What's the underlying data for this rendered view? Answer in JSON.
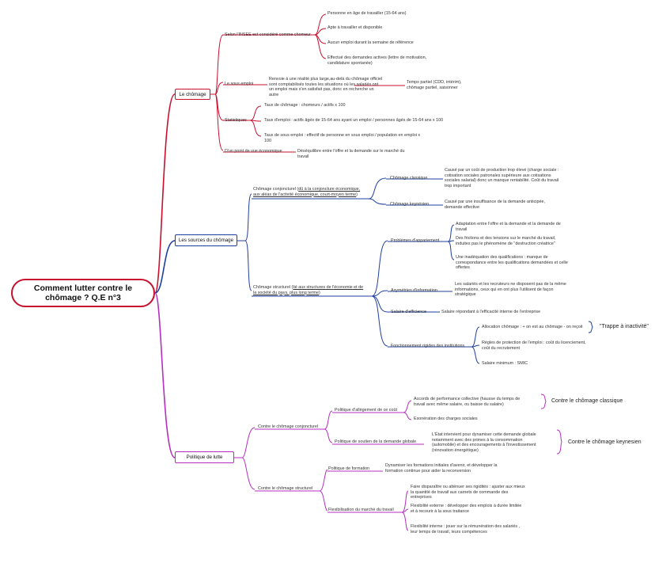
{
  "root": {
    "title": "Comment lutter contre le\nchômage ?  Q.E n°3"
  },
  "colors": {
    "red": "#c8102e",
    "blue": "#1f3f9f",
    "purple": "#b52fbf"
  },
  "branch1": {
    "title": "Le chômage",
    "insee": "Selon l'INSEE est considéré comme chomeur",
    "insee_items": [
      "Personne en âge de travailler (15-64 ans)",
      "Apte à travailler et disponible",
      "Aucun emploi durant la semaine de référence",
      "Effectué des demandes actives (lettre de motivation,\ncandidature spontanée)"
    ],
    "sous_emploi": "Le sous emploi",
    "sous_emploi_desc": "Renvoie à une réalité plus large,au-delà du chômage officiel\nsont comptabilisés toutes les situations où les salariés ont\nun emploi mais s'en satisfait pas, donc en recherche un\nautre",
    "sous_emploi_detail": "Temps partiel (CDD, intérim),\nchômage partiel, saisonner",
    "stats": "Statistiques",
    "stats_items": [
      "Taux de chômage : chomeurs / actifs x 100",
      "Taux d'emploi : actifs âgés de 15-64 ans ayant un  emploi / personnes âgés de 15-64 ans x 100",
      "Taux de sous emploi : effectif de personne en sous emploi / population en emploi x\n100"
    ],
    "eco": "D'un point de vue économique",
    "eco_desc": "Déséquilibre entre l'offre et la demande sur le marché du\ntravail"
  },
  "branch2": {
    "title": "Les sources du chômage",
    "conj_prefix": "Chômage conjoncturel (",
    "conj_link": "dû à la conjoncture économique,\naux aléas de l'activité économique, court-moyen terme",
    "conj_suffix": ")",
    "classique": "Chômage classique",
    "classique_desc": "Causé par un coût de production trop élevé (charge sociale :\ncotisation sociales patronales supérieure aux cotisations\nsociales salarial) donc un manque rentabilité. Coût du travail\ntrop important",
    "keynesien": "Chômage keynésien",
    "keynesien_desc": "Causé par une insuffisance de la demande anticipée,\ndemande effective",
    "struct_prefix": "Chômage structurel (",
    "struct_link": "lié aux structures de l'économie et de\nla société du pays, plus long terme",
    "struct_suffix": ")",
    "appariement": "Problèmes d'appariement",
    "appariement_items": [
      "Adaptation entre l'offre et la demande et la demande de\ntravail",
      "Des frictions et des tensions sur le marché du travail,\ninduites pas le phénomène de \"destruction créatrice\"",
      "Une inadéquation des qualifications : manque de\ncorrespondance entre les qualifications demandées et celle\noffertes"
    ],
    "asymetries": "Asymétries d'information",
    "asymetries_desc": "Les salariés et les recruteurs ne disposent pas de la même\ninformations, ceux qui en ont plus l'utilisent de façon\nstratégique",
    "efficience": "Salaire d'efficience",
    "efficience_desc": "Salaire répondant à l'efficacité interne de l'entreprise",
    "rigidites": "Fonctionnement rigides des institutions",
    "rigidites_items": [
      "Allocation chômage : + on est au chômage - on reçoit",
      "Règles de protection de l'emploi : coût du licenciement,\ncoût du recrutement",
      "Salaire minimum  : SMIC"
    ],
    "trappe": "\"Trappe à inactivité\""
  },
  "branch3": {
    "title": "Politique de lutte",
    "conj": "Contre le chômage conjoncturel",
    "allegement": "Politique d'allègement de ce coût",
    "allegement_items": [
      "Accords de performance collective (hausse du temps de\ntravail avec même salaire, ou baisse du salaire)",
      "Exonération des charges sociales"
    ],
    "contre_classique": "Contre le chômage classique",
    "soutien": "Politique de soutien de la demande globale",
    "soutien_desc": "L'État intervient pour dynamiser cette demande globale\nnotamment avec des primes à la consommation\n(automobile) et des encouragements à l'investissement\n(rénovation énergétique)",
    "contre_keynesien": "Contre le chômage keynesien",
    "struct": "Contre le chômage structurel",
    "formation": "Politique de formation",
    "formation_desc": "Dynamiser les formations initiales d'avenir, et développer la\nformation continue pour aider la reconversion",
    "flexibilisation": "Flexibilisation du marché du travail",
    "flexi_items": [
      "Faire disparaître ou atténuer ses rigidités : ajuster aux mieux\nla quantité de travail aux carnets de commande des\nentreprises",
      "Flexibilité externe : développer des emplois à durée limitée\net à recourir à la sous traitance",
      "Flexibilité interne : jouer sur la rémunération des salariés ,\nleur temps de travail, leurs compétences"
    ]
  }
}
